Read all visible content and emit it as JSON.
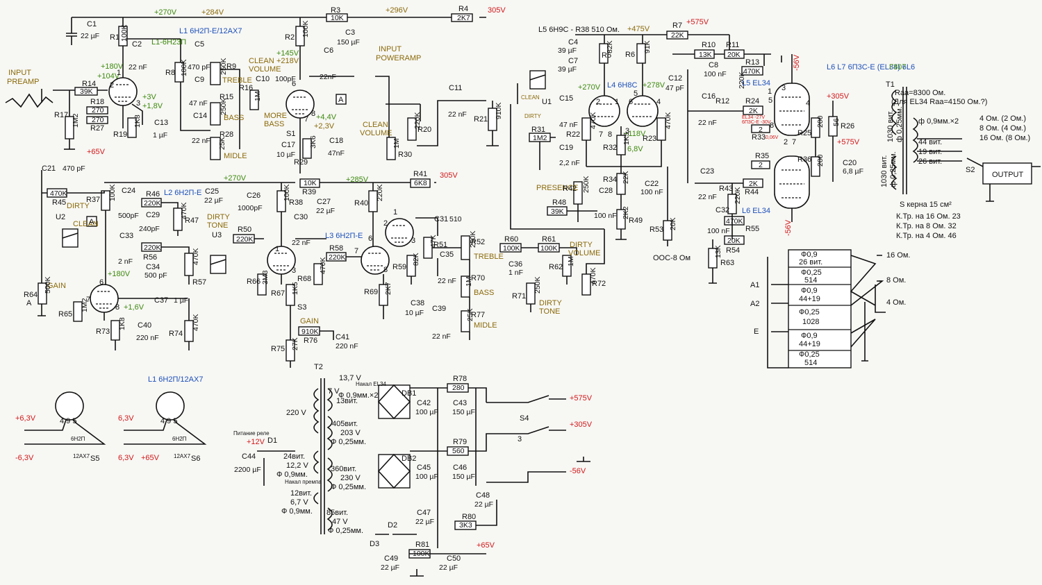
{
  "supply": {
    "v270": "+270V",
    "v284": "+284V",
    "v296": "+296V",
    "v305": "305V",
    "v575": "+575V",
    "v475": "+475V",
    "v305p": "+305V",
    "vm56": "-56V",
    "v65": "+65V",
    "v12": "+12V",
    "v63": "+6,3V",
    "vm63": "-6,3V",
    "v63b": "6,3V"
  },
  "headings": {
    "l1": "L1 6Н2П-Е/12AX7",
    "l1b": "L1-6Н23П",
    "l2": "L2 6Н2П-Е",
    "l3": "L3 6Н2П-Е",
    "l4": "L4 6Н8С",
    "l5top": "L5 6Н9С - R38 510 Ом.",
    "l5": "L5 EL34",
    "l6": "L6 EL34",
    "l67": "L6 L7 6П3С-Е (EL34) 6L6",
    "g807": "Г807",
    "heater": "L1 6Н2П/12AX7",
    "ooc": "ООС-8 Ом"
  },
  "labels": {
    "input_preamp": "INPUT\nPREAMP",
    "input_power": "INPUT\nPOWERAMP",
    "clean_volume": "CLEAN\nVOLUME",
    "clean_volume2": "CLEAN\nVOLUME",
    "treble": "TREBLE",
    "bass": "BASS",
    "midle": "MIDLE",
    "more_bass": "MORE\nBASS",
    "dirty": "DIRTY",
    "clean": "CLEAN",
    "dirty_tone": "DIRTY\nTONE",
    "gain": "GAIN",
    "gain2": "GAIN",
    "presence": "PRESENCE",
    "dirty_volume": "DIRTY\nVOLUME",
    "dirty_tone2": "DIRTY\nTONE",
    "treble2": "TREBLE",
    "bass2": "BASS",
    "midle2": "MIDLE",
    "output": "OUTPUT",
    "clean_u1": "CLEAN",
    "dirty_u1": "DIRTY"
  },
  "transformer_out": {
    "name": "T1",
    "raa": "Raa=8300 Ом.",
    "raa2": "(Для EL34 Raa=4150 Ом.?)",
    "prim1": "1030 вит.\nф 0,25мм.",
    "prim2": "1030 вит.\nф 0,25мм.",
    "wire": "ф 0,9мм.×2",
    "tap44": "44 вит.",
    "tap19": "19 вит.",
    "tap26": "26 вит.",
    "out4": "4 Ом. (2 Ом.)",
    "out8": "8 Ом. (4 Ом.)",
    "out16": "16 Ом. (8 Ом.)",
    "switch": "S2",
    "core": "S керна 15 см²",
    "kt16": "К.Тр. на 16 Ом. 23",
    "kt8": "К.Тр. на 8 Ом. 32",
    "kt4": "К.Тр. на 4 Ом. 46"
  },
  "winding_table": {
    "rows": [
      [
        "Ф0,9",
        "26 вит."
      ],
      [
        "Ф0,25",
        "514"
      ],
      [
        "Ф0,9",
        "44+19"
      ],
      [
        "Ф0,25",
        "1028"
      ],
      [
        "Ф0,9",
        "44+19"
      ],
      [
        "Ф0,25",
        "514"
      ]
    ],
    "a1": "A1",
    "a2": "A2",
    "e": "E",
    "o16": "16 Ом.",
    "o8": "8 Ом.",
    "o4": "4 Ом."
  },
  "power_transformer": {
    "name": "T2",
    "w1": "13,7 V",
    "w2": "7 V",
    "w2b": "Ф 0,9мм.×2",
    "w3": "13вит.",
    "mains": "220 V",
    "hv1a": "405вит.",
    "hv1b": "203 V",
    "hv1c": "Ф 0,25мм.",
    "lv1a": "24вит.",
    "lv1b": "12,2 V",
    "lv1c": "Ф 0,9мм.",
    "hv2a": "360вит.",
    "hv2b": "230 V",
    "hv2c": "Ф 0,25мм.",
    "lv2a": "12вит.",
    "lv2b": "6,7 V",
    "lv2c": "Ф 0,9мм.",
    "hv3a": "85вит.",
    "hv3b": "47 V",
    "hv3c": "Ф 0,25мм.",
    "note1": "Накал EL34",
    "note2": "Питание реле",
    "note3": "Накал премпа"
  },
  "parts": {
    "R1": "R1",
    "R1v": "100K",
    "R2": "R2",
    "R2v": "100K",
    "R3": "R3",
    "R3v": "10K",
    "R4": "R4",
    "R4v": "2K7",
    "R5": "R5",
    "R5v": "82K",
    "R6": "R6",
    "R6v": "91K",
    "R7": "R7",
    "R7v": "22K",
    "R8": "R8",
    "R8v": "100K",
    "R9": "R9",
    "R9v": "250K",
    "R10": "R10",
    "R10v": "13K",
    "R11": "R11",
    "R11v": "20K",
    "R12": "R12",
    "R12v": "220K",
    "R13": "R13",
    "R13v": "470K",
    "R14": "R14",
    "R14v": "39K",
    "R15": "R15",
    "R15v": "250K",
    "R16": "R16",
    "R16v": "1M",
    "R17": "R17",
    "R17v": "1M2",
    "R18": "R18",
    "R18v": "270",
    "R19": "R19",
    "R19v": "1K8",
    "R20": "R20",
    "R20v": "220K",
    "R21": "R21",
    "R21v": "910K",
    "R22": "R22",
    "R22v": "470K",
    "R23": "R23",
    "R23v": "470K",
    "R24": "R24",
    "R24v": "2K",
    "R25": "R25",
    "R25v": "200",
    "R26": "R26",
    "R26v": "56",
    "R27": "R27",
    "R27v": "270",
    "R28": "R28",
    "R28v": "25K",
    "R29": "R29",
    "R29v": "3K6",
    "R30": "R30",
    "R30v": "1M",
    "R31": "R31",
    "R31v": "1M2",
    "R32": "R32",
    "R32v": "1K5",
    "R33": "R33",
    "R33v": "2",
    "R34": "R34",
    "R34v": "22K",
    "R35": "R35",
    "R35v": "2",
    "R36": "R36",
    "R36v": "200",
    "R37": "R37",
    "R37v": "100K",
    "R38": "R38",
    "R38v": "100K",
    "R39": "R39",
    "R39v": "10K",
    "R40": "R40",
    "R40v": "220K",
    "R41": "R41",
    "R41v": "6K8",
    "R42": "R42",
    "R42v": "250K",
    "R43": "R43",
    "R43v": "220K",
    "R44": "R44",
    "R44v": "2K",
    "R45": "R45",
    "R45v": "470K",
    "R46": "R46",
    "R46v": "220K",
    "R47": "R47",
    "R47v": "470K",
    "R48": "R48",
    "R48v": "39K",
    "R49": "R49",
    "R49v": "2K2",
    "R50": "R50",
    "R50v": "220K",
    "R51": "R51",
    "R51v": "47K",
    "R52": "R52",
    "R52v": "250K",
    "R53": "R53",
    "R53v": "20K",
    "R54": "R54",
    "R54v": "20K",
    "R55": "R55",
    "R55v": "470K",
    "R56": "R56",
    "R56v": "220K",
    "R57": "R57",
    "R57v": "470K",
    "R58": "R58",
    "R58v": "220K",
    "R59": "R59",
    "R59v": "82K",
    "R60": "R60",
    "R60v": "100K",
    "R61": "R61",
    "R61v": "100K",
    "R62": "R62",
    "R62v": "1M",
    "R63": "R63",
    "R63v": "13K",
    "R64": "R64",
    "R64v": "500K",
    "R65": "R65",
    "R65v": "1M2",
    "R66": "R66",
    "R66v": "3M3",
    "R67": "R67",
    "R67v": "1K5",
    "R68": "R68",
    "R68v": "470K",
    "R69": "R69",
    "R69v": "2K7",
    "R70": "R70",
    "R70v": "1M",
    "R71": "R71",
    "R71v": "250K",
    "R72": "R72",
    "R72v": "470K",
    "R73": "R73",
    "R73v": "1K8",
    "R74": "R74",
    "R74v": "470K",
    "R75": "R75",
    "R75v": "27K",
    "R76": "R76",
    "R76v": "910K",
    "R77": "R77",
    "R77v": "25K",
    "R78": "R78",
    "R78v": "280",
    "R79": "R79",
    "R79v": "560",
    "R80": "R80",
    "R80v": "3K3",
    "R81": "R81",
    "R81v": "100K",
    "C1": "C1",
    "C1v": "22 µF",
    "C2": "C2",
    "C2v": "22 nF",
    "C3": "C3",
    "C3v": "150 µF",
    "C4": "C4",
    "C4v": "39 µF",
    "C5": "C5",
    "C5v": "470 pF",
    "C6": "C6",
    "C6v": "22nF",
    "C7": "C7",
    "C7v": "39 µF",
    "C8": "C8",
    "C8v": "100 nF",
    "C9": "C9",
    "C9v": "47 nF",
    "C10": "C10",
    "C10v": "100pF",
    "C11": "C11",
    "C11v": "22 nF",
    "C12": "C12",
    "C12v": "47 pF",
    "C13": "C13",
    "C13v": "1 µF",
    "C14": "C14",
    "C14v": "22 nF",
    "C15": "C15",
    "C15v": "47 nF",
    "C16": "C16",
    "C16v": "22 nF",
    "C17": "C17",
    "C17v": "10 µF",
    "C18": "C18",
    "C18v": "47nF",
    "C19": "C19",
    "C19v": "2,2 nF",
    "C20": "C20",
    "C20v": "6,8 µF",
    "C21": "C21",
    "C21v": "470 pF",
    "C22": "C22",
    "C22v": "100 nF",
    "C23": "C23",
    "C23v": "22 nF",
    "C24": "C24",
    "C24v": "500pF",
    "C25": "C25",
    "C25v": "22 µF",
    "C26": "C26",
    "C26v": "1000pF",
    "C27": "C27",
    "C27v": "22 µF",
    "C28": "C28",
    "C28v": "100 nF",
    "C29": "C29",
    "C29v": "240pF",
    "C30": "C30",
    "C30v": "22 nF",
    "C31": "C31",
    "C31v": "510",
    "C32": "C32",
    "C32v": "100 nF",
    "C33": "C33",
    "C33v": "2 nF",
    "C34": "C34",
    "C34v": "500 pF",
    "C35": "C35",
    "C35v": "22 nF",
    "C36": "C36",
    "C36v": "1 nF",
    "C37": "C37",
    "C37v": "1 µF",
    "C38": "C38",
    "C38v": "10 µF",
    "C39": "C39",
    "C39v": "22 nF",
    "C40": "C40",
    "C40v": "220 nF",
    "C41": "C41",
    "C41v": "220 nF",
    "C42": "C42",
    "C42v": "100 µF",
    "C43": "C43",
    "C43v": "150 µF",
    "C44": "C44",
    "C44v": "2200 µF",
    "C45": "C45",
    "C45v": "100 µF",
    "C46": "C46",
    "C46v": "150 µF",
    "C47": "C47",
    "C47v": "22 µF",
    "C48": "C48",
    "C48v": "22 µF",
    "C49": "C49",
    "C49v": "22 µF",
    "C50": "C50",
    "C50v": "22 µF",
    "S1": "S1",
    "S2": "S2",
    "S3": "S3",
    "S4": "S4",
    "S5": "S5",
    "S6": "S6",
    "U1": "U1",
    "U2": "U2",
    "U3": "U3",
    "D1": "D1",
    "D2": "D2",
    "D3": "D3",
    "DB1": "DB1",
    "DB2": "DB2"
  },
  "voltages": {
    "v180a": "+180V",
    "v104": "+104V",
    "v3": "+3V",
    "v18": "+1,8V",
    "v145": "+145V",
    "v218": "+218V",
    "v44": "+4,4V",
    "v23": "+2,3V",
    "v270b": "+270V",
    "v285": "+285V",
    "v180b": "+180V",
    "v16": "+1,6V",
    "v270c": "+270V",
    "v278": "+278V",
    "v118": "+118V",
    "v68": "6,8V",
    "bias1": "EL34 -27V",
    "bias2": "6П3С-Е -30V",
    "v006": "0,06V"
  },
  "heater_block": {
    "tube": "6Н2П",
    "tube2": "12AX7",
    "pins": "4 9 5",
    "tube_b": "6Н2П",
    "tube2_b": "12AX7"
  }
}
